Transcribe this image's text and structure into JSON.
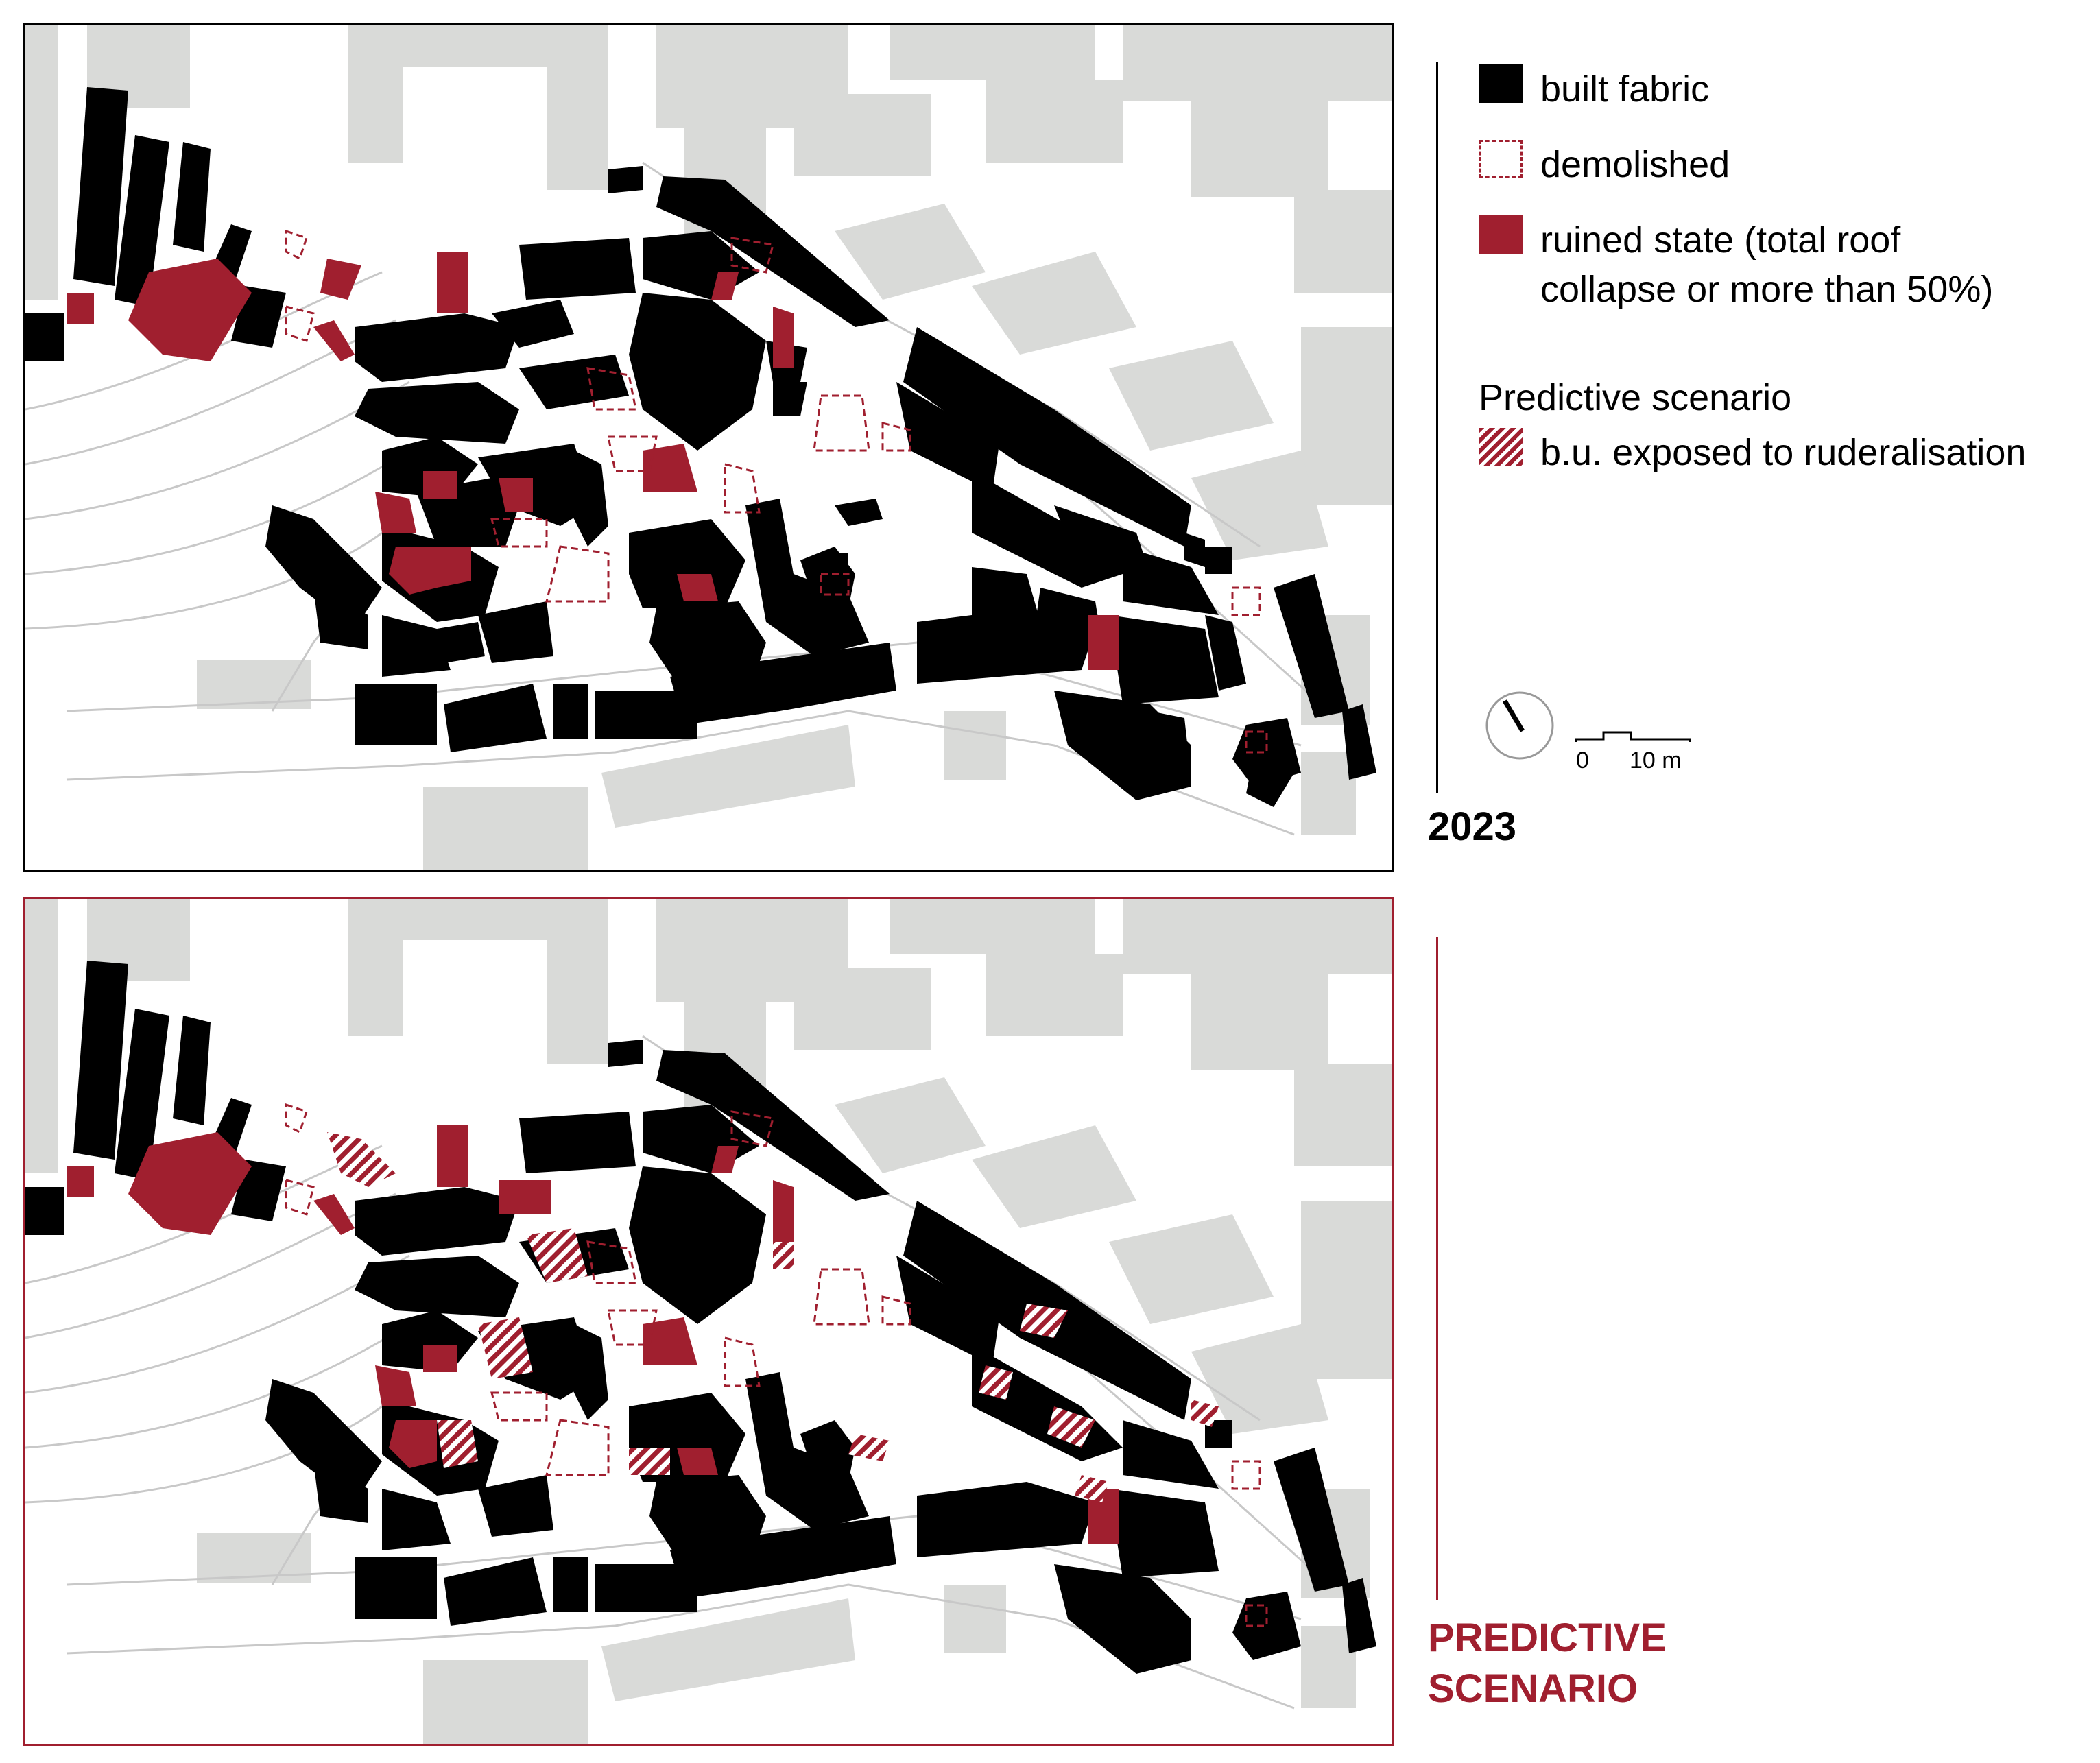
{
  "legend": {
    "built_fabric": "built fabric",
    "demolished": "demolished",
    "ruined_line1": "ruined state (total roof",
    "ruined_line2": "collapse or more than 50%)",
    "predictive_heading": "Predictive scenario",
    "ruderalisation": "b.u. exposed to ruderalisation"
  },
  "scale": {
    "zero": "0",
    "ten": "10 m"
  },
  "panels": {
    "top": {
      "label": "2023",
      "frame_color": "#000000"
    },
    "bottom": {
      "label_line1": "PREDICTIVE",
      "label_line2": "SCENARIO",
      "frame_color": "#a01f2f"
    }
  },
  "colors": {
    "built_fabric": "#000000",
    "ruined": "#a01f2f",
    "demolished_outline": "#a01f2f",
    "context_buildings": "#d9dad8",
    "streets": "#c8c8c8",
    "accent": "#a01f2f"
  },
  "icons": {
    "north_arrow": "north-arrow-icon",
    "scale_bar": "scale-bar-icon"
  }
}
